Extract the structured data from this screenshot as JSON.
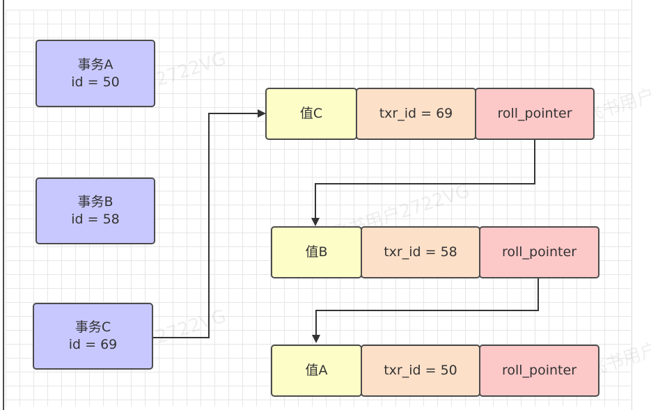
{
  "transactions": [
    {
      "name": "事务A",
      "id": "id = 50"
    },
    {
      "name": "事务B",
      "id": "id = 58"
    },
    {
      "name": "事务C",
      "id": "id = 69"
    }
  ],
  "versions": [
    {
      "value": "值C",
      "txr": "txr_id = 69",
      "pointer": "roll_pointer"
    },
    {
      "value": "值B",
      "txr": "txr_id = 58",
      "pointer": "roll_pointer"
    },
    {
      "value": "值A",
      "txr": "txr_id = 50",
      "pointer": "roll_pointer"
    }
  ],
  "watermark": "飞书用户2722VG",
  "colors": {
    "transaction_fill": "#c8c8ff",
    "value_fill": "#fdfdc8",
    "txr_fill": "#fde0c8",
    "pointer_fill": "#fdc8c8",
    "stroke": "#4b4b4b"
  }
}
